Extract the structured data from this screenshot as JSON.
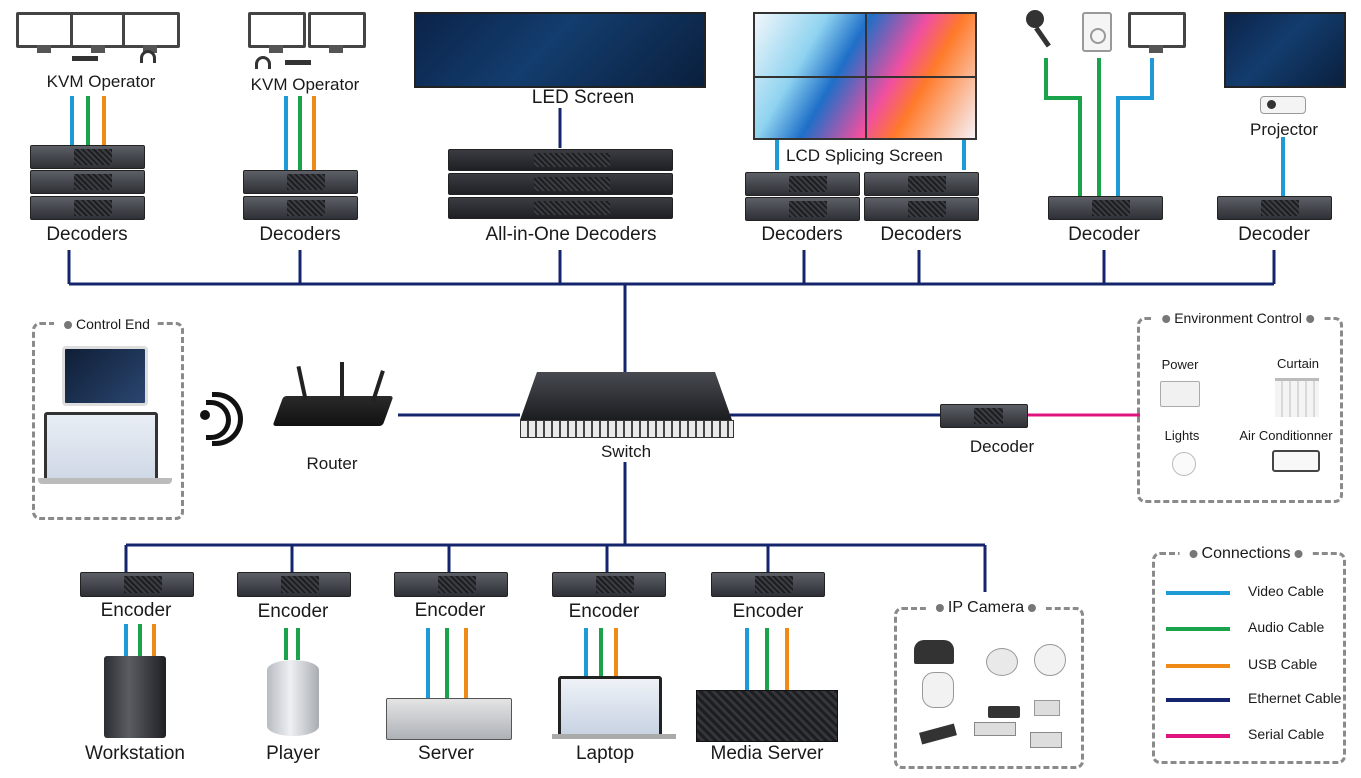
{
  "colors": {
    "video": "#1e9bd7",
    "audio": "#1aa34a",
    "usb": "#ef8a17",
    "ethernet": "#14256e",
    "serial": "#e0147f"
  },
  "top": {
    "kvm1": "KVM Operator",
    "kvm2": "KVM Operator",
    "led_screen": "LED Screen",
    "lcd_screen": "LCD Splicing Screen",
    "projector": "Projector",
    "decoders1": "Decoders",
    "decoders2": "Decoders",
    "allinone": "All-in-One Decoders",
    "decoders3": "Decoders",
    "decoders4": "Decoders",
    "decoder5": "Decoder",
    "decoder6": "Decoder"
  },
  "middle": {
    "control_end": "Control End",
    "router": "Router",
    "switch": "Switch",
    "decoder": "Decoder",
    "environment_control": "Environment Control",
    "env_items": {
      "power": "Power",
      "curtain": "Curtain",
      "lights": "Lights",
      "air": "Air Conditionner"
    }
  },
  "bottom": {
    "encoders": [
      "Encoder",
      "Encoder",
      "Encoder",
      "Encoder",
      "Encoder"
    ],
    "sources": [
      "Workstation",
      "Player",
      "Server",
      "Laptop",
      "Media Server"
    ],
    "ip_camera": "IP Camera"
  },
  "legend": {
    "title": "Connections",
    "items": [
      "Video Cable",
      "Audio Cable",
      "USB Cable",
      "Ethernet Cable",
      "Serial Cable"
    ]
  },
  "icons": [
    "monitor-icon",
    "keyboard-icon",
    "headphones-icon",
    "microphone-icon",
    "speaker-icon",
    "projector-icon",
    "wifi-icon",
    "router-icon",
    "switch-icon",
    "workstation-icon",
    "player-icon",
    "server-icon",
    "laptop-icon",
    "media-server-icon",
    "camera-icon",
    "power-icon",
    "curtain-icon",
    "light-icon",
    "air-conditioner-icon"
  ]
}
